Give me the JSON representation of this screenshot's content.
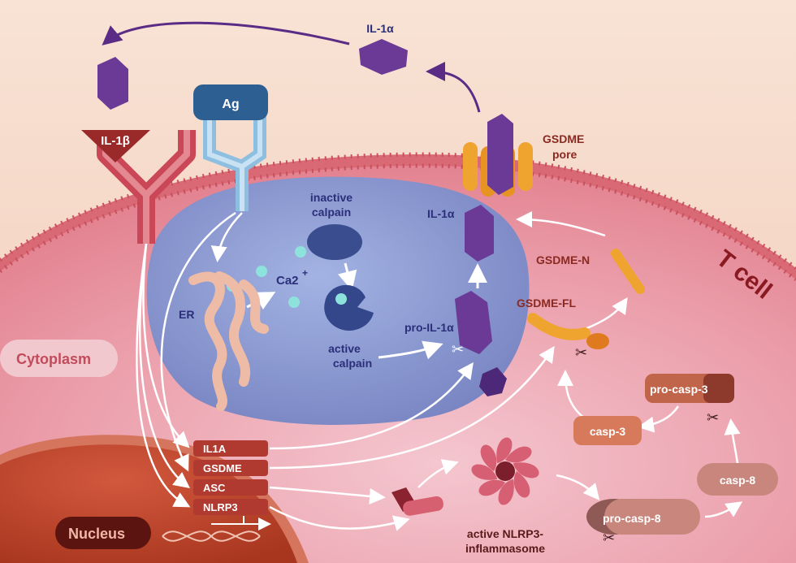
{
  "labels": {
    "il1a_top": "IL-1α",
    "il1b": "IL-1β",
    "ag": "Ag",
    "gsdme_pore_1": "GSDME",
    "gsdme_pore_2": "pore",
    "il1a_mid": "IL-1α",
    "t_cell": "T cell",
    "inactive_calpain_1": "inactive",
    "inactive_calpain_2": "calpain",
    "ca2": "Ca2",
    "ca2_sup": "+",
    "er": "ER",
    "active_calpain_1": "active",
    "active_calpain_2": "calpain",
    "pro_il1a": "pro-IL-1α",
    "gsdme_n": "GSDME-N",
    "gsdme_fl": "GSDME-FL",
    "cytoplasm": "Cytoplasm",
    "pro_casp3": "pro-casp-3",
    "casp3": "casp-3",
    "casp8": "casp-8",
    "pro_casp8": "pro-casp-8",
    "nlrp3_1": "active NLRP3-",
    "nlrp3_2": "inflammasome",
    "nucleus": "Nucleus",
    "gene_il1a": "IL1A",
    "gene_gsdme": "GSDME",
    "gene_asc": "ASC",
    "gene_nlrp3": "NLRP3"
  },
  "colors": {
    "background": "#f6d9c6",
    "cytoplasm": "#e58a98",
    "membrane": "#d7656e",
    "er_region": "#7e90c8",
    "nucleus": "#c2452e",
    "il1a": "#6a3a96",
    "receptor": "#c94756",
    "tcr": "#a7cfe8",
    "ag": "#2e5f93",
    "gsdme": "#f0a430",
    "gene_box": "#b03a30",
    "text_dark_blue": "#2b2f7a",
    "text_dark_red": "#8a2a22"
  }
}
